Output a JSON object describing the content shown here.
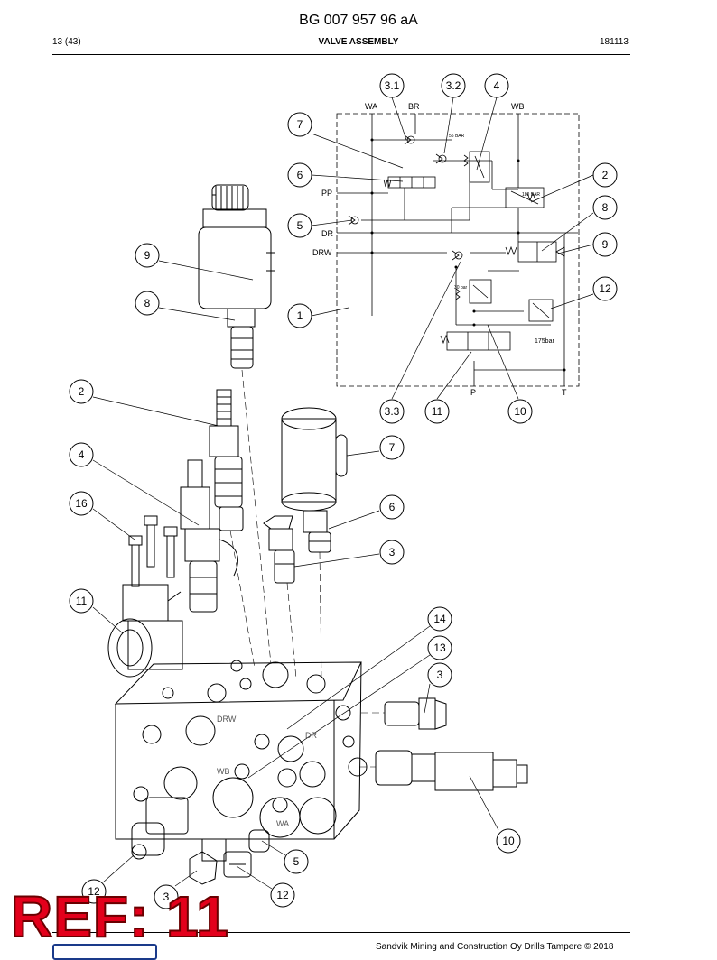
{
  "header": {
    "doc_number": "BG 007 957 96 aA",
    "page": "13 (43)",
    "section_title": "VALVE ASSEMBLY",
    "date_code": "181113"
  },
  "schematic": {
    "ports": {
      "wa": "WA",
      "br": "BR",
      "wb": "WB",
      "pp": "PP",
      "dr": "DR",
      "drw": "DRW",
      "p": "P",
      "t": "T"
    },
    "pressures": {
      "p55": "55 BAR",
      "p180": "180 BAR",
      "p30": "30 bar",
      "p175": "175bar"
    }
  },
  "block_markings": {
    "drw": "DRW",
    "dr": "DR",
    "wb": "WB",
    "wa": "WA"
  },
  "callouts": [
    "3.1",
    "3.2",
    "4",
    "7",
    "6",
    "2",
    "8",
    "5",
    "9",
    "9",
    "12",
    "8",
    "1",
    "2",
    "3.3",
    "11",
    "10",
    "7",
    "4",
    "16",
    "6",
    "3",
    "11",
    "14",
    "13",
    "3",
    "10",
    "5",
    "12",
    "3",
    "12"
  ],
  "reference_stamp": "REF: 11",
  "footer": {
    "copyright": "Sandvik Mining and Construction Oy Drills Tampere © 2018"
  }
}
